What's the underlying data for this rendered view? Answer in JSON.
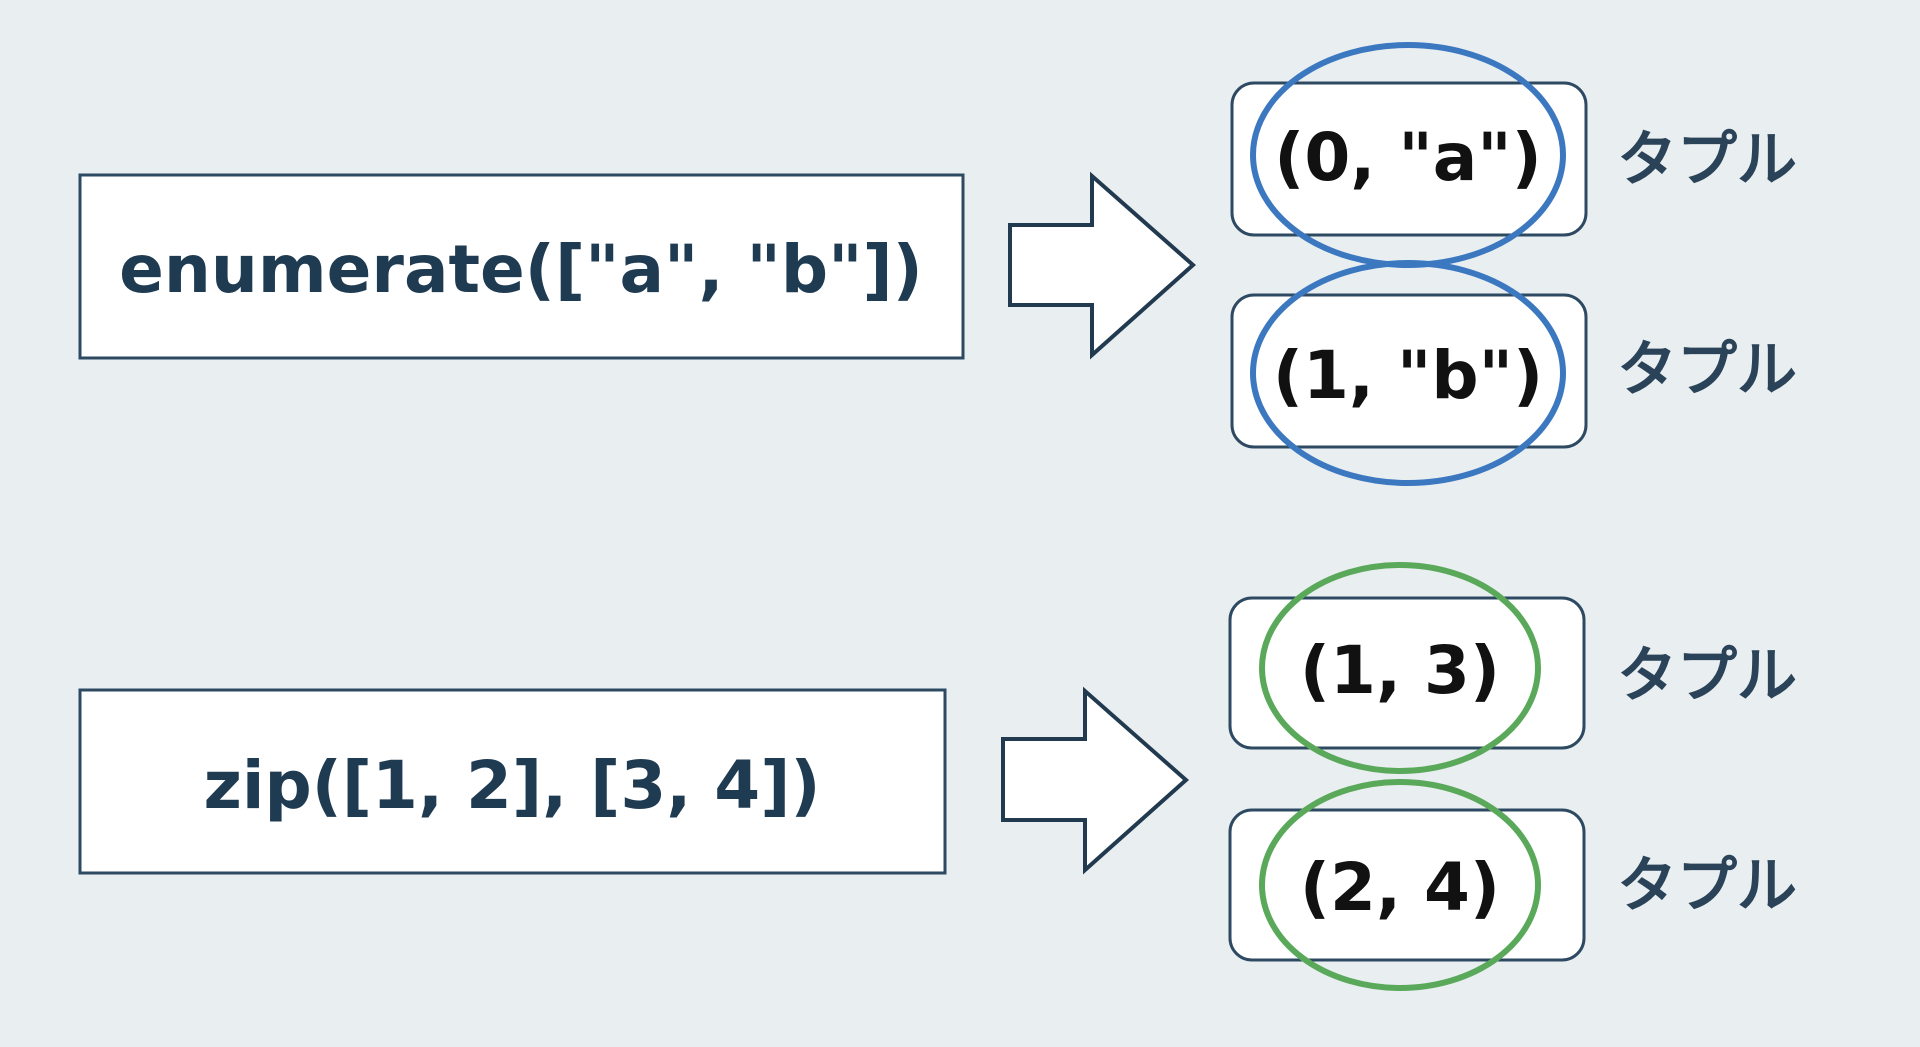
{
  "colors": {
    "background": "#e9eef1",
    "enumerate_ring": "#3c78c0",
    "zip_ring": "#5aa95a",
    "box_border": "#2d4a62",
    "text_dark": "#1f3b52"
  },
  "rows": [
    {
      "expression": "enumerate([\"a\", \"b\"])",
      "ring_color": "#3c78c0",
      "arrow_icon": "right-arrow-icon",
      "tuples": [
        {
          "value": "(0, \"a\")",
          "tag": "タプル"
        },
        {
          "value": "(1, \"b\")",
          "tag": "タプル"
        }
      ]
    },
    {
      "expression": "zip([1, 2], [3, 4])",
      "ring_color": "#5aa95a",
      "arrow_icon": "right-arrow-icon",
      "tuples": [
        {
          "value": "(1, 3)",
          "tag": "タプル"
        },
        {
          "value": "(2, 4)",
          "tag": "タプル"
        }
      ]
    }
  ]
}
